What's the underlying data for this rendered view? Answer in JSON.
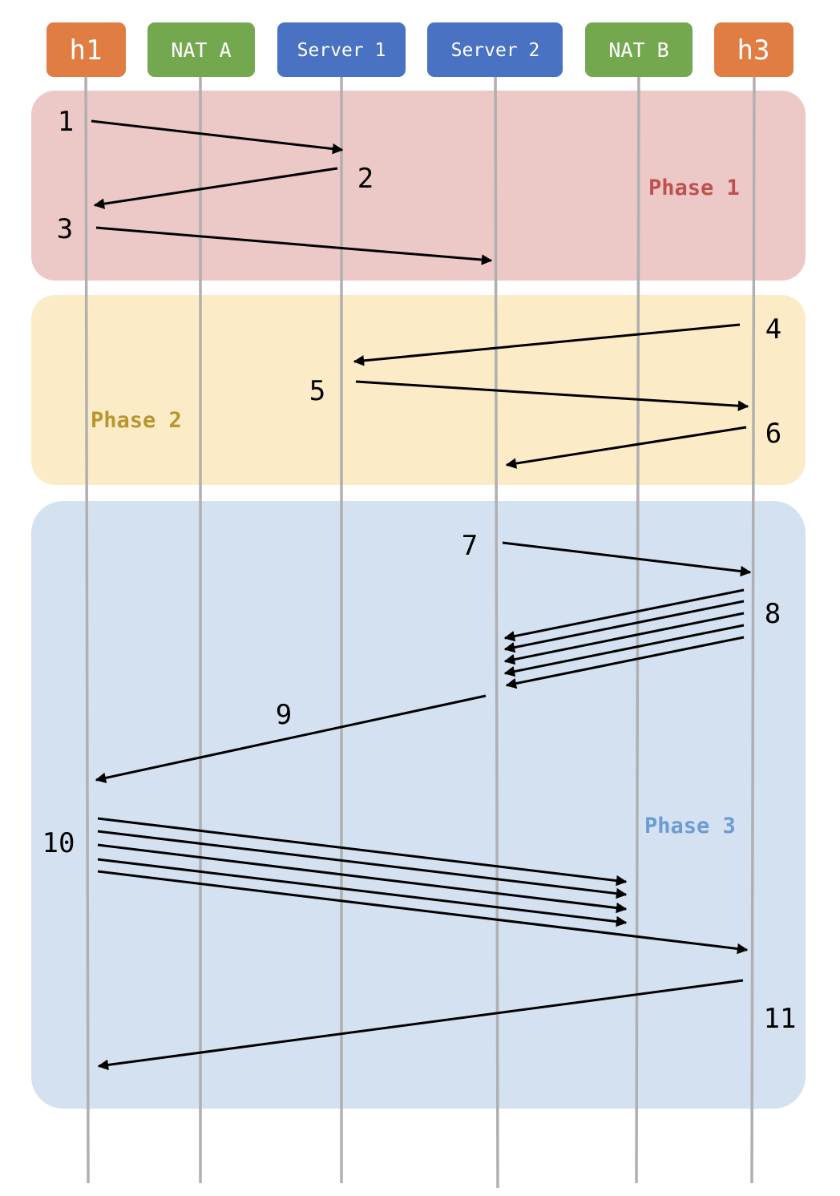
{
  "phases": [
    {
      "label": "Phase 1",
      "fill": "#ecc8c6",
      "text_color": "#c0504d"
    },
    {
      "label": "Phase 2",
      "fill": "#fcebc7",
      "text_color": "#b8962e"
    },
    {
      "label": "Phase 3",
      "fill": "#d3e1f1",
      "text_color": "#6c9bd2"
    }
  ],
  "nodes": [
    {
      "label": "h1",
      "color": "#e07d43"
    },
    {
      "label": "NAT A",
      "color": "#74a84f"
    },
    {
      "label": "Server 1",
      "color": "#4a72c2"
    },
    {
      "label": "Server 2",
      "color": "#4a72c2"
    },
    {
      "label": "NAT B",
      "color": "#74a84f"
    },
    {
      "label": "h3",
      "color": "#e07d43"
    }
  ],
  "steps": [
    "1",
    "2",
    "3",
    "4",
    "5",
    "6",
    "7",
    "8",
    "9",
    "10",
    "11"
  ],
  "colors": {
    "lifeline": "#b0b0b0",
    "arrow": "#000000"
  }
}
